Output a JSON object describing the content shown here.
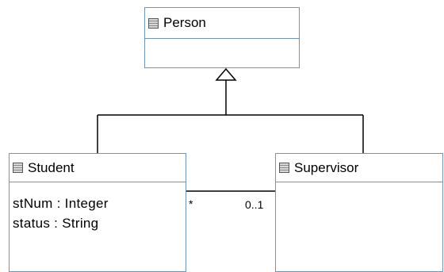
{
  "classes": {
    "person": {
      "name": "Person",
      "icon": "class-icon",
      "attributes": []
    },
    "student": {
      "name": "Student",
      "icon": "class-icon",
      "attributes": [
        "stNum : Integer",
        "status : String"
      ]
    },
    "supervisor": {
      "name": "Supervisor",
      "icon": "class-icon",
      "attributes": []
    }
  },
  "association": {
    "student_end": "*",
    "supervisor_end": "0..1"
  },
  "colors": {
    "box_border": "#6f96b5",
    "line": "#000000"
  }
}
